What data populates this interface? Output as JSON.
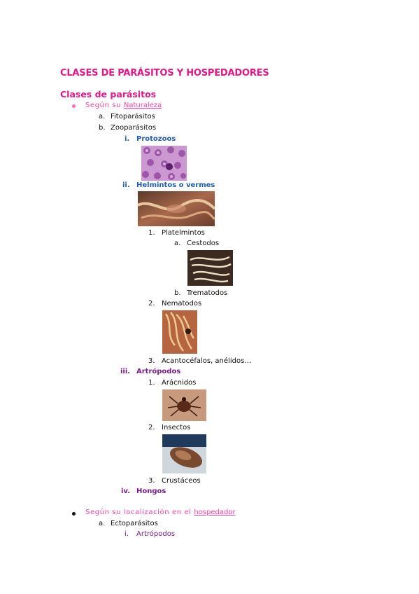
{
  "title": "CLASES DE PARÁSITOS Y HOSPEDADORES",
  "section": "Clases de parásitos",
  "bullet1": {
    "prefix": "Según su ",
    "link": "Naturaleza"
  },
  "a_label": "a.",
  "a_text": "Fitoparásitos",
  "b_label": "b.",
  "b_text": "Zooparásitos",
  "i_label": "i.",
  "i_text": "Protozoos",
  "ii_label": "ii.",
  "ii_text": "Helmintos o vermes",
  "h1_label": "1.",
  "h1_text": "Platelmintos",
  "h1a_label": "a.",
  "h1a_text": "Cestodos",
  "h1b_label": "b.",
  "h1b_text": "Trematodos",
  "h2_label": "2.",
  "h2_text": "Nematodos",
  "h3_label": "3.",
  "h3_text": "Acantocéfalos, anélidos…",
  "iii_label": "iii.",
  "iii_text": "Artrópodos",
  "a1_label": "1.",
  "a1_text": "Arácnidos",
  "a2_label": "2.",
  "a2_text": "Insectos",
  "a3_label": "3.",
  "a3_text": "Crustáceos",
  "iv_label": "iv.",
  "iv_text": "Hongos",
  "bullet2": {
    "prefix": "Según su localización en el ",
    "link": "hospedador"
  },
  "ecto_label": "a.",
  "ecto_text": "Ectoparásitos",
  "ecto_i_label": "i.",
  "ecto_i_text": "Artrópodos",
  "colors": {
    "accent": "#e0198a",
    "blue": "#1f5fb5",
    "purple": "#7a1c8c"
  }
}
